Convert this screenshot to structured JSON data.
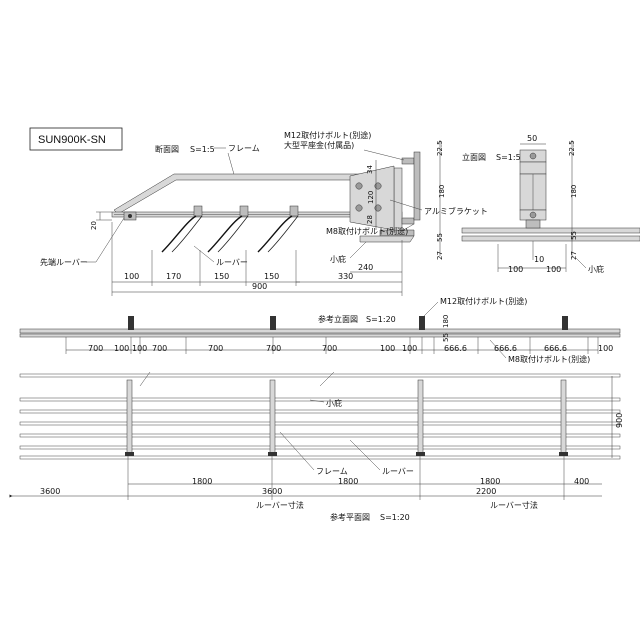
{
  "model": "SUN900K-SN",
  "views": {
    "section": {
      "title": "断面図",
      "scale": "S=1:5"
    },
    "elevation_small": {
      "title": "立面図",
      "scale": "S=1:5"
    },
    "ref_elevation": {
      "title": "参考立面図",
      "scale": "S=1:20"
    },
    "ref_plan": {
      "title": "参考平面図",
      "scale": "S=1:20"
    }
  },
  "labels": {
    "frame": "フレーム",
    "m12_bolt": "M12取付けボルト(別途)",
    "washer": "大型平座金(付属品)",
    "alum_bracket": "アルミブラケット",
    "m8_bolt": "M8取付けボルト(別途)",
    "small_eave": "小庇",
    "tip_louver": "先端ルーバー",
    "louver": "ルーバー",
    "louver_dim": "ルーバー寸法"
  },
  "dims_section": {
    "left_height": "20",
    "v34": "34",
    "v120": "120",
    "v28": "28",
    "bottom": [
      "100",
      "170",
      "150",
      "150"
    ],
    "d330": "330",
    "d900": "900",
    "d240": "240",
    "right": [
      "22.5",
      "180",
      "55",
      "27"
    ]
  },
  "dims_small_elev": {
    "top": "50",
    "right": [
      "22.5",
      "180",
      "55",
      "27"
    ],
    "bottom": [
      "100",
      "10",
      "100"
    ]
  },
  "dims_ref_elev": {
    "row": [
      "700",
      "100",
      "100",
      "700",
      "700",
      "700",
      "700",
      "100",
      "100",
      "666.6",
      "666.6",
      "666.6",
      "100"
    ],
    "vert": [
      "180",
      "55"
    ]
  },
  "dims_ref_plan": {
    "h900": "900",
    "left_3600": "3600",
    "row1": [
      "1800",
      "3600",
      "1800",
      "1800",
      "2200",
      "400"
    ]
  }
}
